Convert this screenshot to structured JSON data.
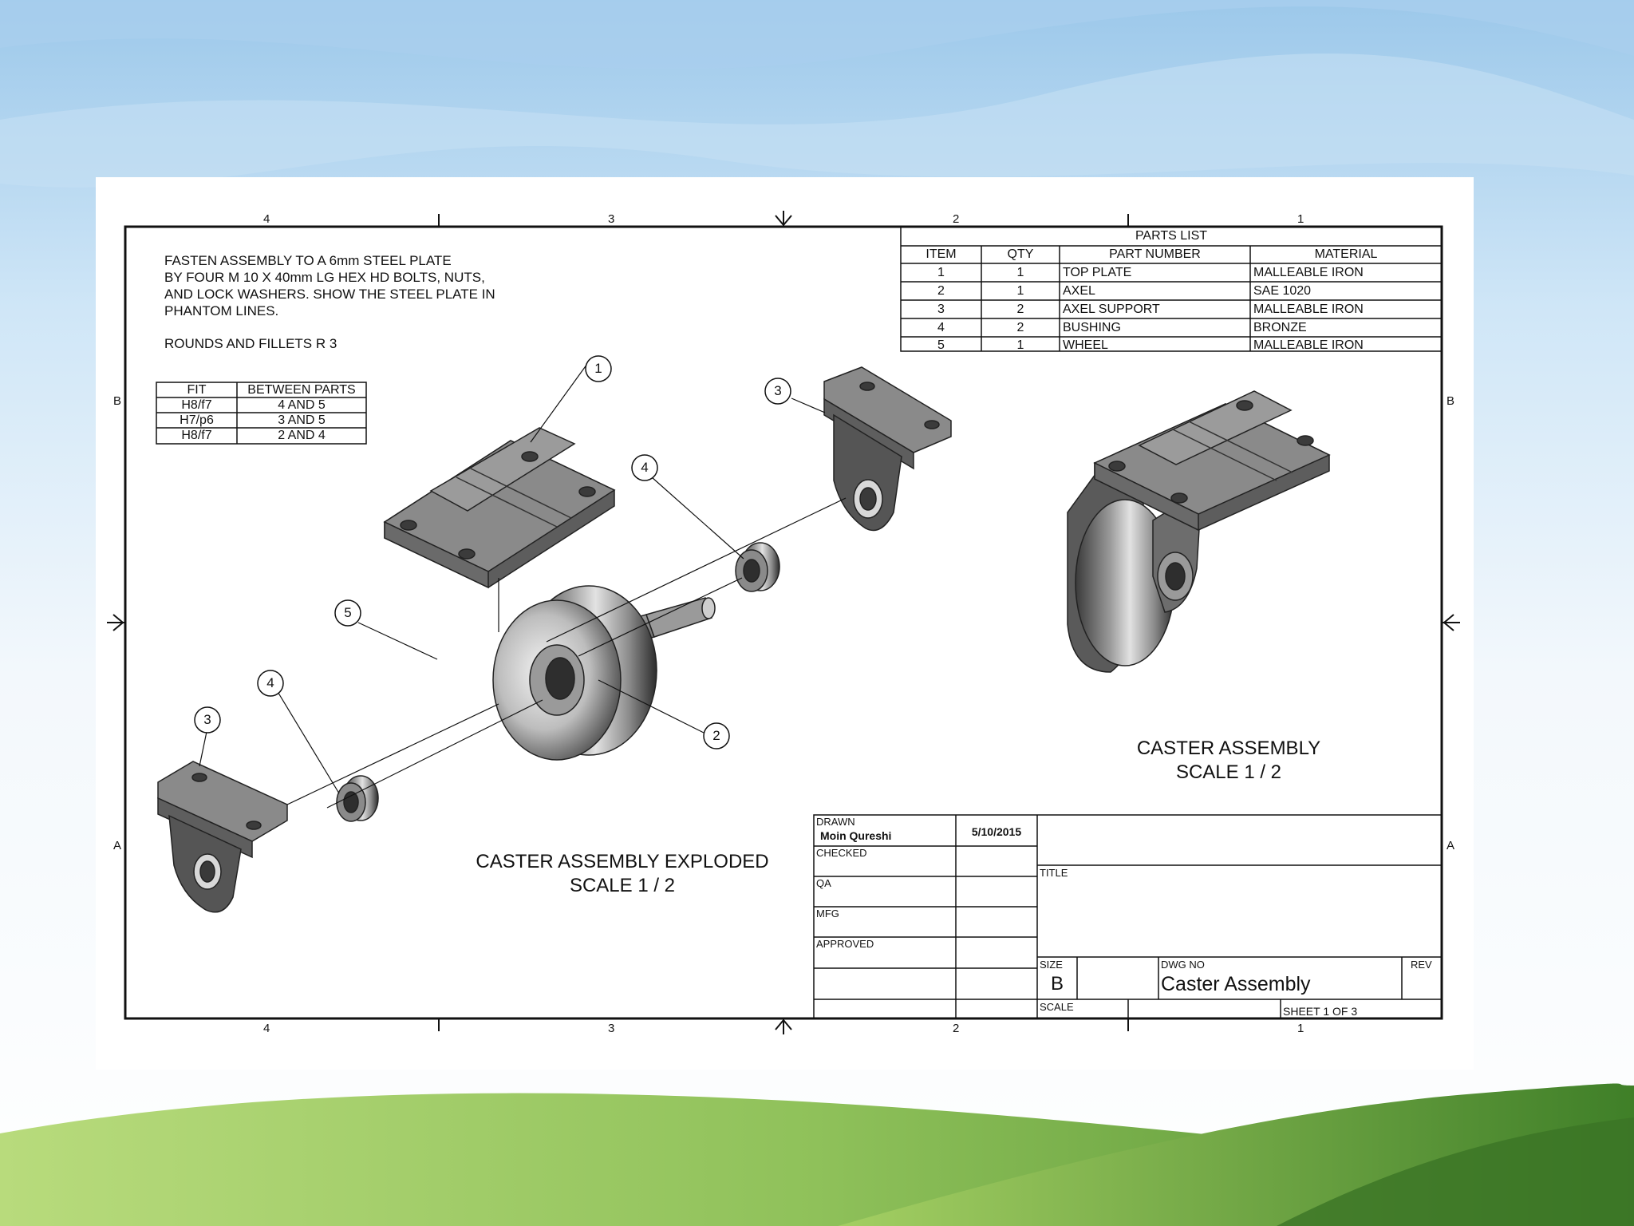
{
  "notes": {
    "fasten": "FASTEN ASSEMBLY TO A 6mm STEEL PLATE\nBY FOUR M 10 X 40mm LG HEX HD BOLTS, NUTS,\nAND LOCK WASHERS. SHOW THE STEEL PLATE IN\nPHANTOM LINES.",
    "rounds": "ROUNDS AND FILLETS R 3"
  },
  "fit_table": {
    "headers": [
      "FIT",
      "BETWEEN PARTS"
    ],
    "rows": [
      [
        "H8/f7",
        "4 AND 5"
      ],
      [
        "H7/p6",
        "3 AND 5"
      ],
      [
        "H8/f7",
        "2 AND 4"
      ]
    ]
  },
  "parts_list": {
    "title": "PARTS LIST",
    "headers": [
      "ITEM",
      "QTY",
      "PART NUMBER",
      "MATERIAL"
    ],
    "rows": [
      [
        "1",
        "1",
        "TOP PLATE",
        "MALLEABLE IRON"
      ],
      [
        "2",
        "1",
        "AXEL",
        "SAE 1020"
      ],
      [
        "3",
        "2",
        "AXEL SUPPORT",
        "MALLEABLE IRON"
      ],
      [
        "4",
        "2",
        "BUSHING",
        "BRONZE"
      ],
      [
        "5",
        "1",
        "WHEEL",
        "MALLEABLE IRON"
      ]
    ]
  },
  "zones": {
    "columns": [
      "4",
      "3",
      "2",
      "1"
    ],
    "rows": [
      "B",
      "A"
    ]
  },
  "balloons": [
    "1",
    "3",
    "4",
    "5",
    "4",
    "3",
    "2"
  ],
  "views": {
    "exploded": {
      "title": "CASTER ASSEMBLY EXPLODED",
      "scale": "SCALE 1 / 2"
    },
    "assembled": {
      "title": "CASTER ASSEMBLY",
      "scale": "SCALE 1 / 2"
    }
  },
  "title_block": {
    "drawn_label": "DRAWN",
    "drawn_name": "Moin Qureshi",
    "drawn_date": "5/10/2015",
    "checked_label": "CHECKED",
    "qa_label": "QA",
    "mfg_label": "MFG",
    "approved_label": "APPROVED",
    "title_label": "TITLE",
    "size_label": "SIZE",
    "size_value": "B",
    "dwg_no_label": "DWG NO",
    "dwg_no_value": "Caster Assembly",
    "rev_label": "REV",
    "scale_label": "SCALE",
    "sheet_label": "SHEET 1  OF 3"
  },
  "colors": {
    "sky": "#cfe6f7",
    "hill_dark": "#5e9e3a",
    "hill_light": "#a8d06a",
    "part_fill": "#6f6f6f",
    "part_top": "#8c8c8c"
  }
}
